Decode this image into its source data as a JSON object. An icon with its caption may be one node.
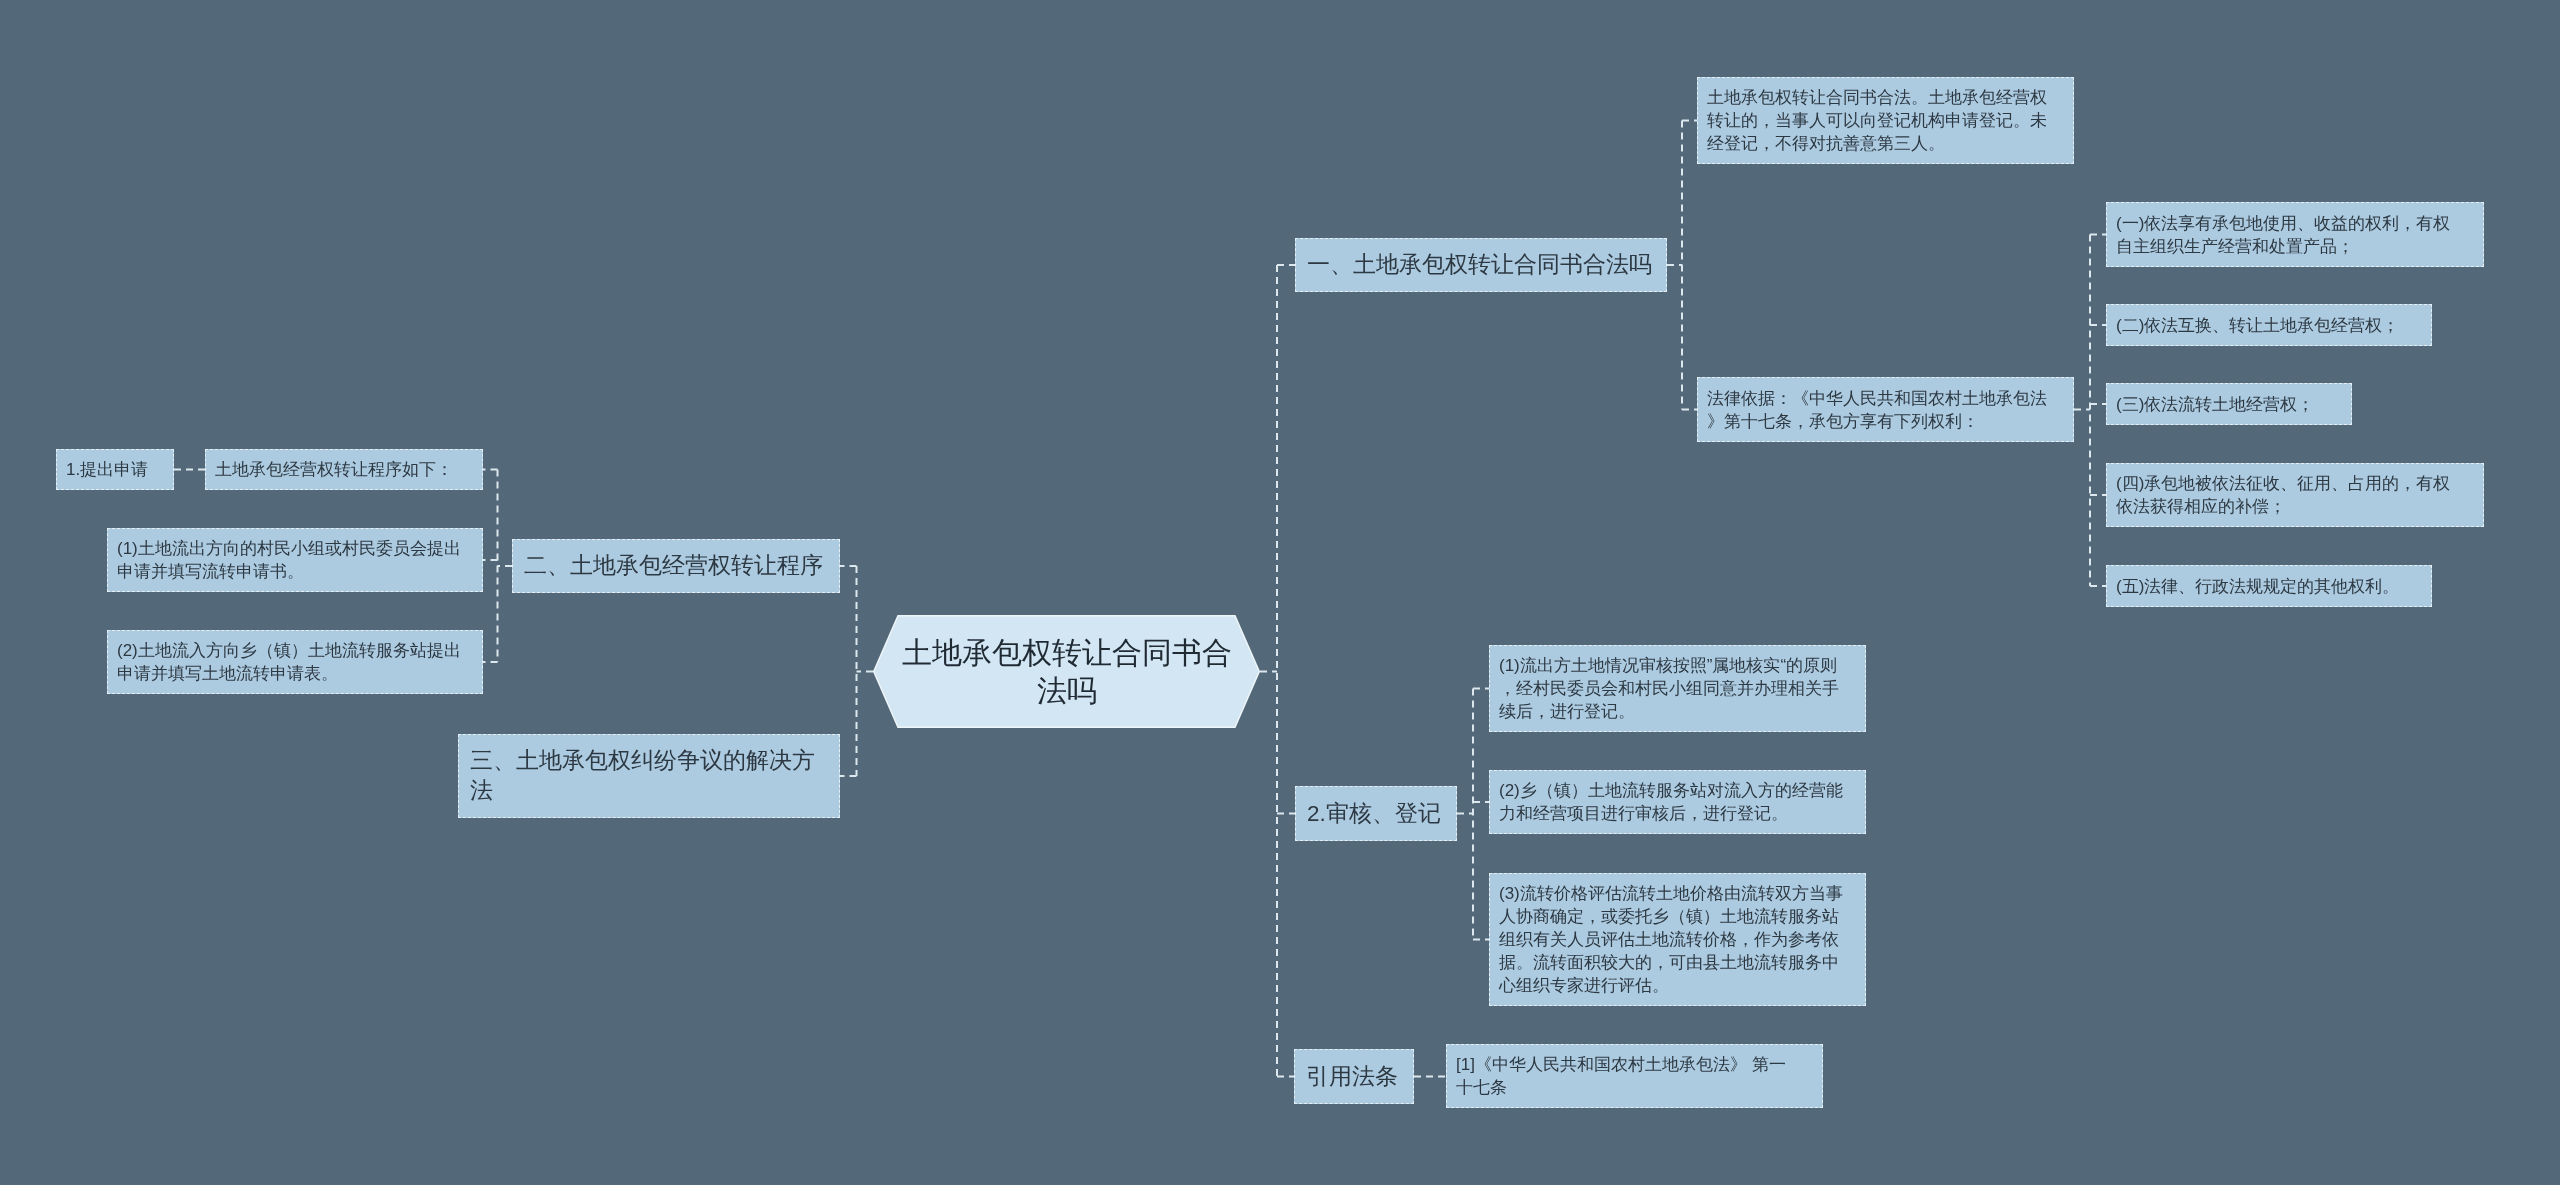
{
  "diagram": {
    "nodes": [
      {
        "text": [
          "土地承包权转让合同书合法吗"
        ]
      },
      {
        "text": [
          "一、土地承包权转让合同书合法吗"
        ]
      },
      {
        "text": [
          "土地承包权转让合同书合法。土地承包经营权转让的，当事人可以向登记机构申请登记。未经登记，不得对抗善意第三人。"
        ]
      },
      {
        "text": [
          "法律依据：《中华人民共和国农村土地承包法》第十七条，承包方享有下列权利："
        ]
      },
      {
        "text": [
          "(一)依法享有承包地使用、收益的权利，有权自主组织生产经营和处置产品；"
        ]
      },
      {
        "text": [
          "(二)依法互换、转让土地承包经营权；"
        ]
      },
      {
        "text": [
          "(三)依法流转土地经营权；"
        ]
      },
      {
        "text": [
          "(四)承包地被依法征收、征用、占用的，有权依法获得相应的补偿；"
        ]
      },
      {
        "text": [
          "(五)法律、行政法规规定的其他权利。"
        ]
      },
      {
        "text": [
          "2.审核、登记"
        ]
      },
      {
        "text": [
          "(1)流出方土地情况审核按照”属地核实“的原则，经村民委员会和村民小组同意并办理相关手续后，进行登记。"
        ]
      },
      {
        "text": [
          "(2)乡（镇）土地流转服务站对流入方的经营能力和经营项目进行审核后，进行登记。"
        ]
      },
      {
        "text": [
          "(3)流转价格评估流转土地价格由流转双方当事人协商确定，或委托乡（镇）土地流转服务站组织有关人员评估土地流转价格，作为参考依据。流转面积较大的，可由县土地流转服务中心组织专家进行评估。"
        ]
      },
      {
        "text": [
          "引用法条"
        ]
      },
      {
        "text": [
          "[1]《中华人民共和国农村土地承包法》 第一十七条"
        ]
      },
      {
        "text": [
          "二、土地承包经营权转让程序"
        ]
      },
      {
        "text": [
          "土地承包经营权转让程序如下："
        ]
      },
      {
        "text": [
          "1.提出申请"
        ]
      },
      {
        "text": [
          "(1)土地流出方向的村民小组或村民委员会提出申请并填写流转申请书。"
        ]
      },
      {
        "text": [
          "(2)土地流入方向乡（镇）土地流转服务站提出申请并填写土地流转申请表。"
        ]
      },
      {
        "text": [
          "三、土地承包权纠纷争议的解决方法"
        ]
      }
    ],
    "edges": [
      {
        "from": 0,
        "to": 1,
        "arrow": "none",
        "style": "dashed"
      },
      {
        "from": 1,
        "to": 2,
        "arrow": "none",
        "style": "dashed"
      },
      {
        "from": 1,
        "to": 3,
        "arrow": "none",
        "style": "dashed"
      },
      {
        "from": 3,
        "to": 4,
        "arrow": "none",
        "style": "dashed"
      },
      {
        "from": 3,
        "to": 5,
        "arrow": "none",
        "style": "dashed"
      },
      {
        "from": 3,
        "to": 6,
        "arrow": "none",
        "style": "dashed"
      },
      {
        "from": 3,
        "to": 7,
        "arrow": "none",
        "style": "dashed"
      },
      {
        "from": 3,
        "to": 8,
        "arrow": "none",
        "style": "dashed"
      },
      {
        "from": 0,
        "to": 9,
        "arrow": "none",
        "style": "dashed"
      },
      {
        "from": 9,
        "to": 10,
        "arrow": "none",
        "style": "dashed"
      },
      {
        "from": 9,
        "to": 11,
        "arrow": "none",
        "style": "dashed"
      },
      {
        "from": 9,
        "to": 12,
        "arrow": "none",
        "style": "dashed"
      },
      {
        "from": 0,
        "to": 13,
        "arrow": "none",
        "style": "dashed"
      },
      {
        "from": 13,
        "to": 14,
        "arrow": "none",
        "style": "dashed"
      },
      {
        "from": 0,
        "to": 15,
        "arrow": "none",
        "style": "dashed"
      },
      {
        "from": 15,
        "to": 16,
        "arrow": "none",
        "style": "dashed"
      },
      {
        "from": 16,
        "to": 17,
        "arrow": "none",
        "style": "dashed"
      },
      {
        "from": 15,
        "to": 18,
        "arrow": "none",
        "style": "dashed"
      },
      {
        "from": 15,
        "to": 19,
        "arrow": "none",
        "style": "dashed"
      },
      {
        "from": 0,
        "to": 20,
        "arrow": "none",
        "style": "dashed"
      }
    ]
  }
}
